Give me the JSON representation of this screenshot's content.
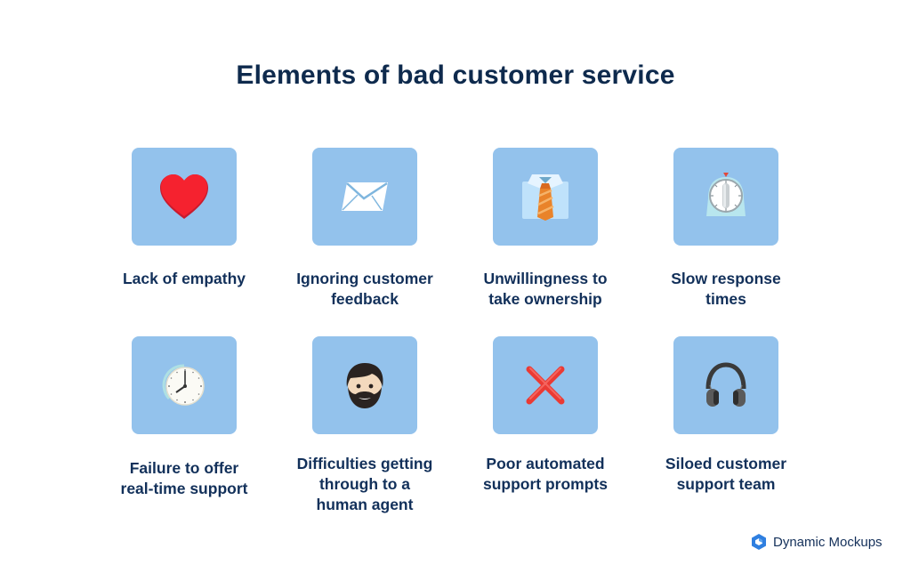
{
  "title": "Elements of bad customer service",
  "items": [
    {
      "label": "Lack of empathy",
      "icon": "heart-icon"
    },
    {
      "label": "Ignoring customer\nfeedback",
      "icon": "envelope-icon"
    },
    {
      "label": "Unwillingness to\ntake ownership",
      "icon": "shirt-tie-icon"
    },
    {
      "label": "Slow response\ntimes",
      "icon": "timer-icon"
    },
    {
      "label": "Failure to offer\nreal-time support",
      "icon": "clock-icon"
    },
    {
      "label": "Difficulties getting\nthrough to a\nhuman agent",
      "icon": "bearded-man-icon"
    },
    {
      "label": "Poor automated\nsupport prompts",
      "icon": "cross-mark-icon"
    },
    {
      "label": "Siloed customer\nsupport team",
      "icon": "headphones-icon"
    }
  ],
  "brand": {
    "name": "Dynamic Mockups",
    "color": "#2f7fe0"
  },
  "colors": {
    "tile": "#93c2ec",
    "text": "#12305a"
  }
}
